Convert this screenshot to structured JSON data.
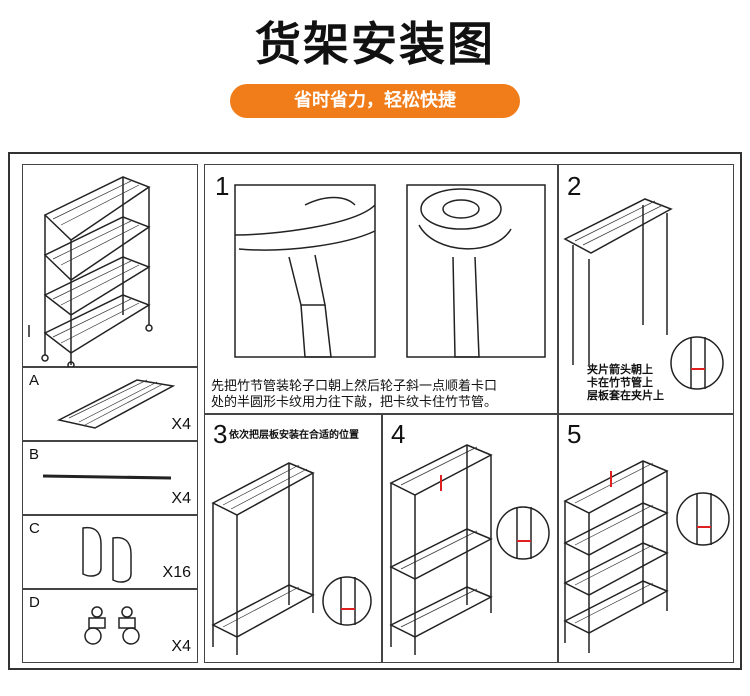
{
  "header": {
    "title": "货架安装图",
    "subtitle": "省时省力，轻松快捷"
  },
  "parts": [
    {
      "letter": "A",
      "qty": "X4"
    },
    {
      "letter": "B",
      "qty": "X4"
    },
    {
      "letter": "C",
      "qty": "X16"
    },
    {
      "letter": "D",
      "qty": "X4"
    }
  ],
  "steps": {
    "s1_num": "1",
    "s1_caption_line1": "先把竹节管装轮子口朝上然后轮子斜一点顺着卡口",
    "s1_caption_line2": "处的半圆形卡纹用力往下敲，把卡纹卡住竹节管。",
    "s2_num": "2",
    "s2_note_line1": "夹片箭头朝上",
    "s2_note_line2": "卡在竹节管上",
    "s2_note_line3": "层板套在夹片上",
    "s3_num": "3",
    "s3_caption": "依次把层板安装在合适的位置",
    "s4_num": "4",
    "s5_num": "5"
  },
  "colors": {
    "accent": "#f07d1a",
    "marker": "#e02020"
  }
}
